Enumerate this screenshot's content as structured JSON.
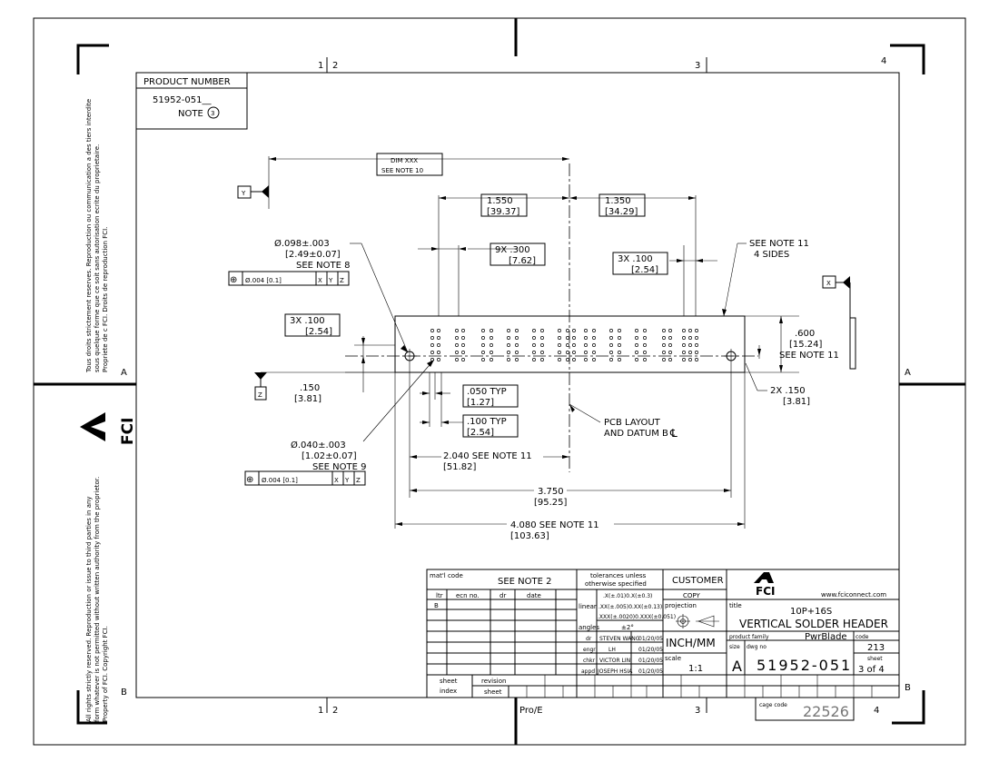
{
  "border": {
    "zones_top": [
      "1",
      "2",
      "3",
      "4"
    ],
    "zones_bottom": [
      "1",
      "2",
      "3",
      "4"
    ],
    "rows": [
      "A",
      "B"
    ],
    "software": "Pro/E"
  },
  "side_text": {
    "french_1": "Tous droits strictement reserves.  Reproduction ou communication a des tiers interdite",
    "french_2": "sous quelque forme que ce soit sans autorisation ecrite du proprietaire.",
    "french_3": "Propriete de c FCI.  Droits de reproduction FCI.",
    "english_1": "All rights strictly reserved.  Reproduction or issue to third parties in any",
    "english_2": "form whatever is not permitted without written authority from the proprietor.",
    "english_3": "Property of FCI.  Copyright FCI.",
    "logo_word": "FCI"
  },
  "product_box": {
    "title": "PRODUCT NUMBER",
    "number": "51952-051__",
    "note": "NOTE",
    "note_num": "3"
  },
  "datums": {
    "y": "Y",
    "x": "X",
    "z": "Z"
  },
  "dims": {
    "dim_xxx": "DIM XXX",
    "see_note_10": "SEE NOTE 10",
    "d1550_in": "1.550",
    "d1550_mm": "[39.37]",
    "d1350_in": "1.350",
    "d1350_mm": "[34.29]",
    "d9x300_in": "9X .300",
    "d9x300_mm": "[7.62]",
    "d3x100a_in": "3X .100",
    "d3x100a_mm": "[2.54]",
    "see_note_11_4sides": "SEE NOTE 11",
    "four_sides": "4 SIDES",
    "hole_big_dia": "Ø.098±.003",
    "hole_big_mm": "[2.49±0.07]",
    "hole_big_note": "SEE NOTE 8",
    "fcf1": [
      "⊕",
      "Ø.004 [0.1]",
      "X",
      "Y",
      "Z"
    ],
    "d3x100b_in": "3X .100",
    "d3x100b_mm": "[2.54]",
    "d600_in": ".600",
    "d600_mm": "[15.24]",
    "see_note_11_right": "SEE NOTE 11",
    "d150_in": ".150",
    "d150_mm": "[3.81]",
    "d2x150_in": "2X .150",
    "d2x150_mm": "[3.81]",
    "d050_in": ".050  TYP",
    "d050_mm": "[1.27]",
    "d100_in": ".100  TYP",
    "d100_mm": "[2.54]",
    "pcb_1": "PCB LAYOUT",
    "pcb_2": "AND DATUM B",
    "pcb_sym": "℄",
    "hole_small_dia": "Ø.040±.003",
    "hole_small_mm": "[1.02±0.07]",
    "hole_small_note": "SEE NOTE 9",
    "fcf2": [
      "⊕",
      "Ø.004 [0.1]",
      "X",
      "Y",
      "Z"
    ],
    "d2040": "2.040   SEE NOTE 11",
    "d2040_mm": "[51.82]",
    "d3750": "3.750",
    "d3750_mm": "[95.25]",
    "d4080": "4.080   SEE NOTE 11",
    "d4080_mm": "[103.63]"
  },
  "title_block": {
    "matl_code": "mat'l code",
    "see_note_2": "SEE NOTE 2",
    "ltr": "ltr",
    "ecn_no": "ecn no.",
    "dr": "dr",
    "date": "date",
    "rev_ltr": "B",
    "tol_head_1": "tolerances unless",
    "tol_head_2": "otherwise specified",
    "linear": "linear",
    "angles": "angles",
    "tol_1": ".X(±.01)0.X(±0.3)",
    "tol_2": ".XX(±.005)0.XX(±0.13)",
    "tol_3": ".XXX(±.0020)0.XXX(±0.051)",
    "tol_angle": "±2°",
    "people": [
      {
        "role": "dr",
        "name": "STEVEN WANG",
        "date": "01/20/05"
      },
      {
        "role": "engr",
        "name": "LH",
        "date": "01/20/05"
      },
      {
        "role": "chkr",
        "name": "VICTOR LIN",
        "date": "01/20/05"
      },
      {
        "role": "appd",
        "name": "JOSEPH HSIA",
        "date": "01/20/05"
      }
    ],
    "customer": "CUSTOMER",
    "copy": "COPY",
    "projection": "projection",
    "inch_mm": "INCH/MM",
    "scale_label": "scale",
    "scale": "1:1",
    "logo": "FCI",
    "website": "www.fciconnect.com",
    "title_label": "title",
    "title_1": "10P+16S",
    "title_2": "VERTICAL SOLDER HEADER",
    "product_family_label": "product family",
    "product_family": "PwrBlade",
    "code_label": "code",
    "code": "213",
    "size_label": "size",
    "size": "A",
    "dwg_no_label": "dwg no",
    "dwg_no": "51952-051",
    "sheet_label": "sheet",
    "sheet": "3 of 4",
    "sheet_index_1": "sheet",
    "sheet_index_2": "index",
    "revision": "revision",
    "sheet_small": "sheet",
    "cage_code_label": "cage code",
    "cage_code": "22526"
  }
}
